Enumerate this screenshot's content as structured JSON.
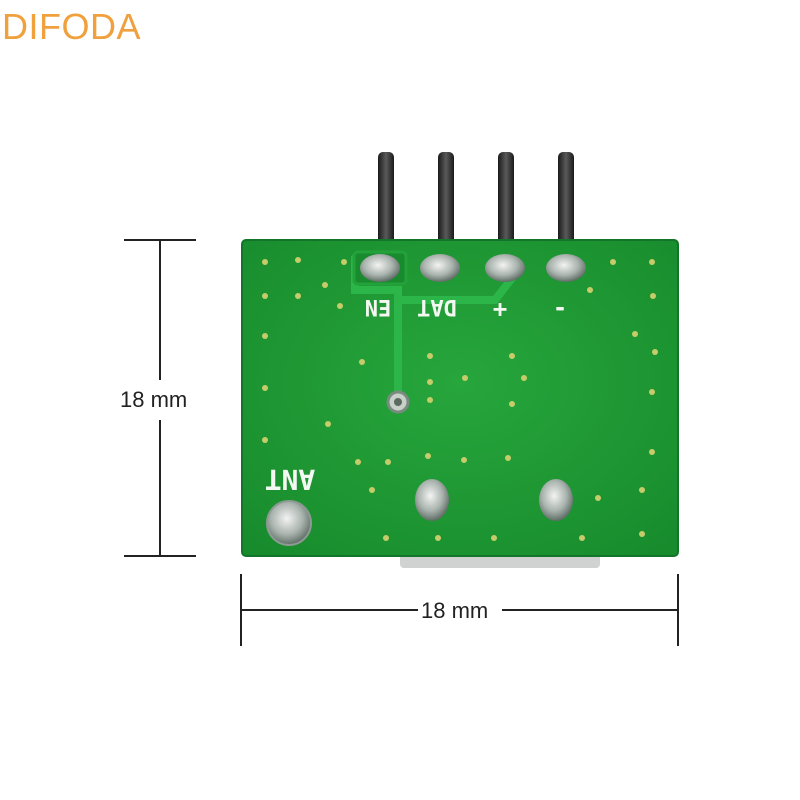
{
  "brand": {
    "text": "DIFODA",
    "color": "#f0a03c"
  },
  "dimensions": {
    "height_label": "18 mm",
    "width_label": "18 mm"
  },
  "board": {
    "color": "#1f9a34",
    "pin_labels": [
      "EN",
      "DAT",
      "+",
      "-"
    ],
    "antenna_label": "ANT"
  }
}
